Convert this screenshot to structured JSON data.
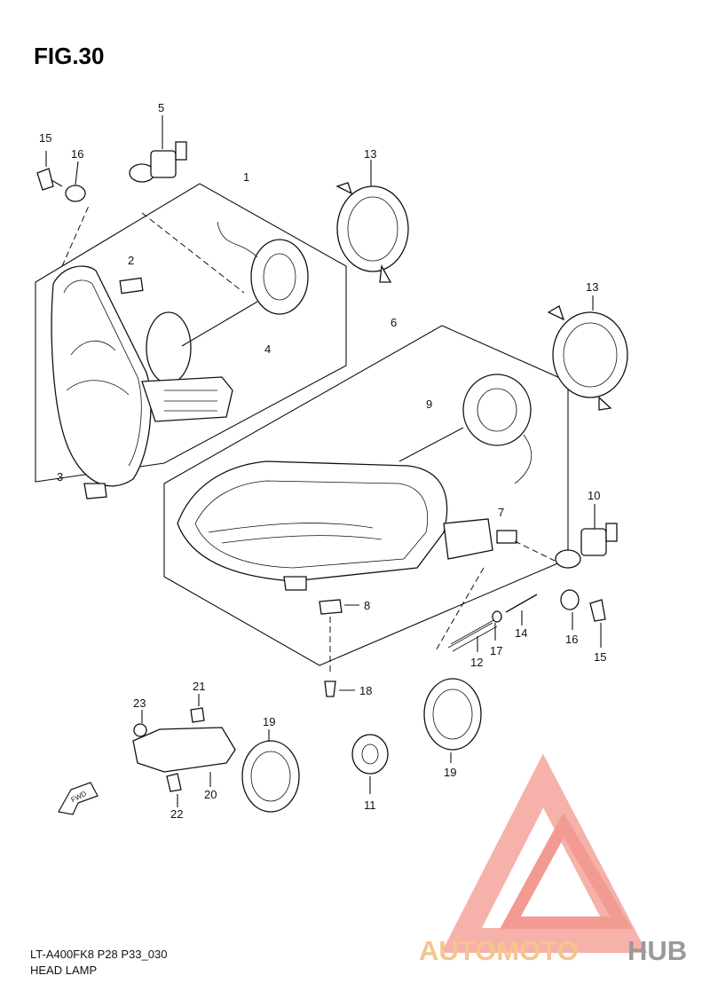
{
  "figure_title": "FIG.30",
  "footer": {
    "code": "LT-A400FK8 P28 P33_030",
    "name": "HEAD LAMP"
  },
  "fwd_label": "FWD",
  "callouts": {
    "c1": "1",
    "c2": "2",
    "c3": "3",
    "c4": "4",
    "c5": "5",
    "c6": "6",
    "c7": "7",
    "c8": "8",
    "c9": "9",
    "c10": "10",
    "c11": "11",
    "c12": "12",
    "c13a": "13",
    "c13b": "13",
    "c14": "14",
    "c15a": "15",
    "c15b": "15",
    "c16a": "16",
    "c16b": "16",
    "c17": "17",
    "c18": "18",
    "c19a": "19",
    "c19b": "19",
    "c20": "20",
    "c21": "21",
    "c22": "22",
    "c23": "23"
  },
  "watermark": {
    "part1": "AUTOMOTO",
    "part2": "HUB",
    "color_primary": "#f08a80",
    "color_secondary": "#f6c48e",
    "color_hub": "#9a9a9a"
  }
}
